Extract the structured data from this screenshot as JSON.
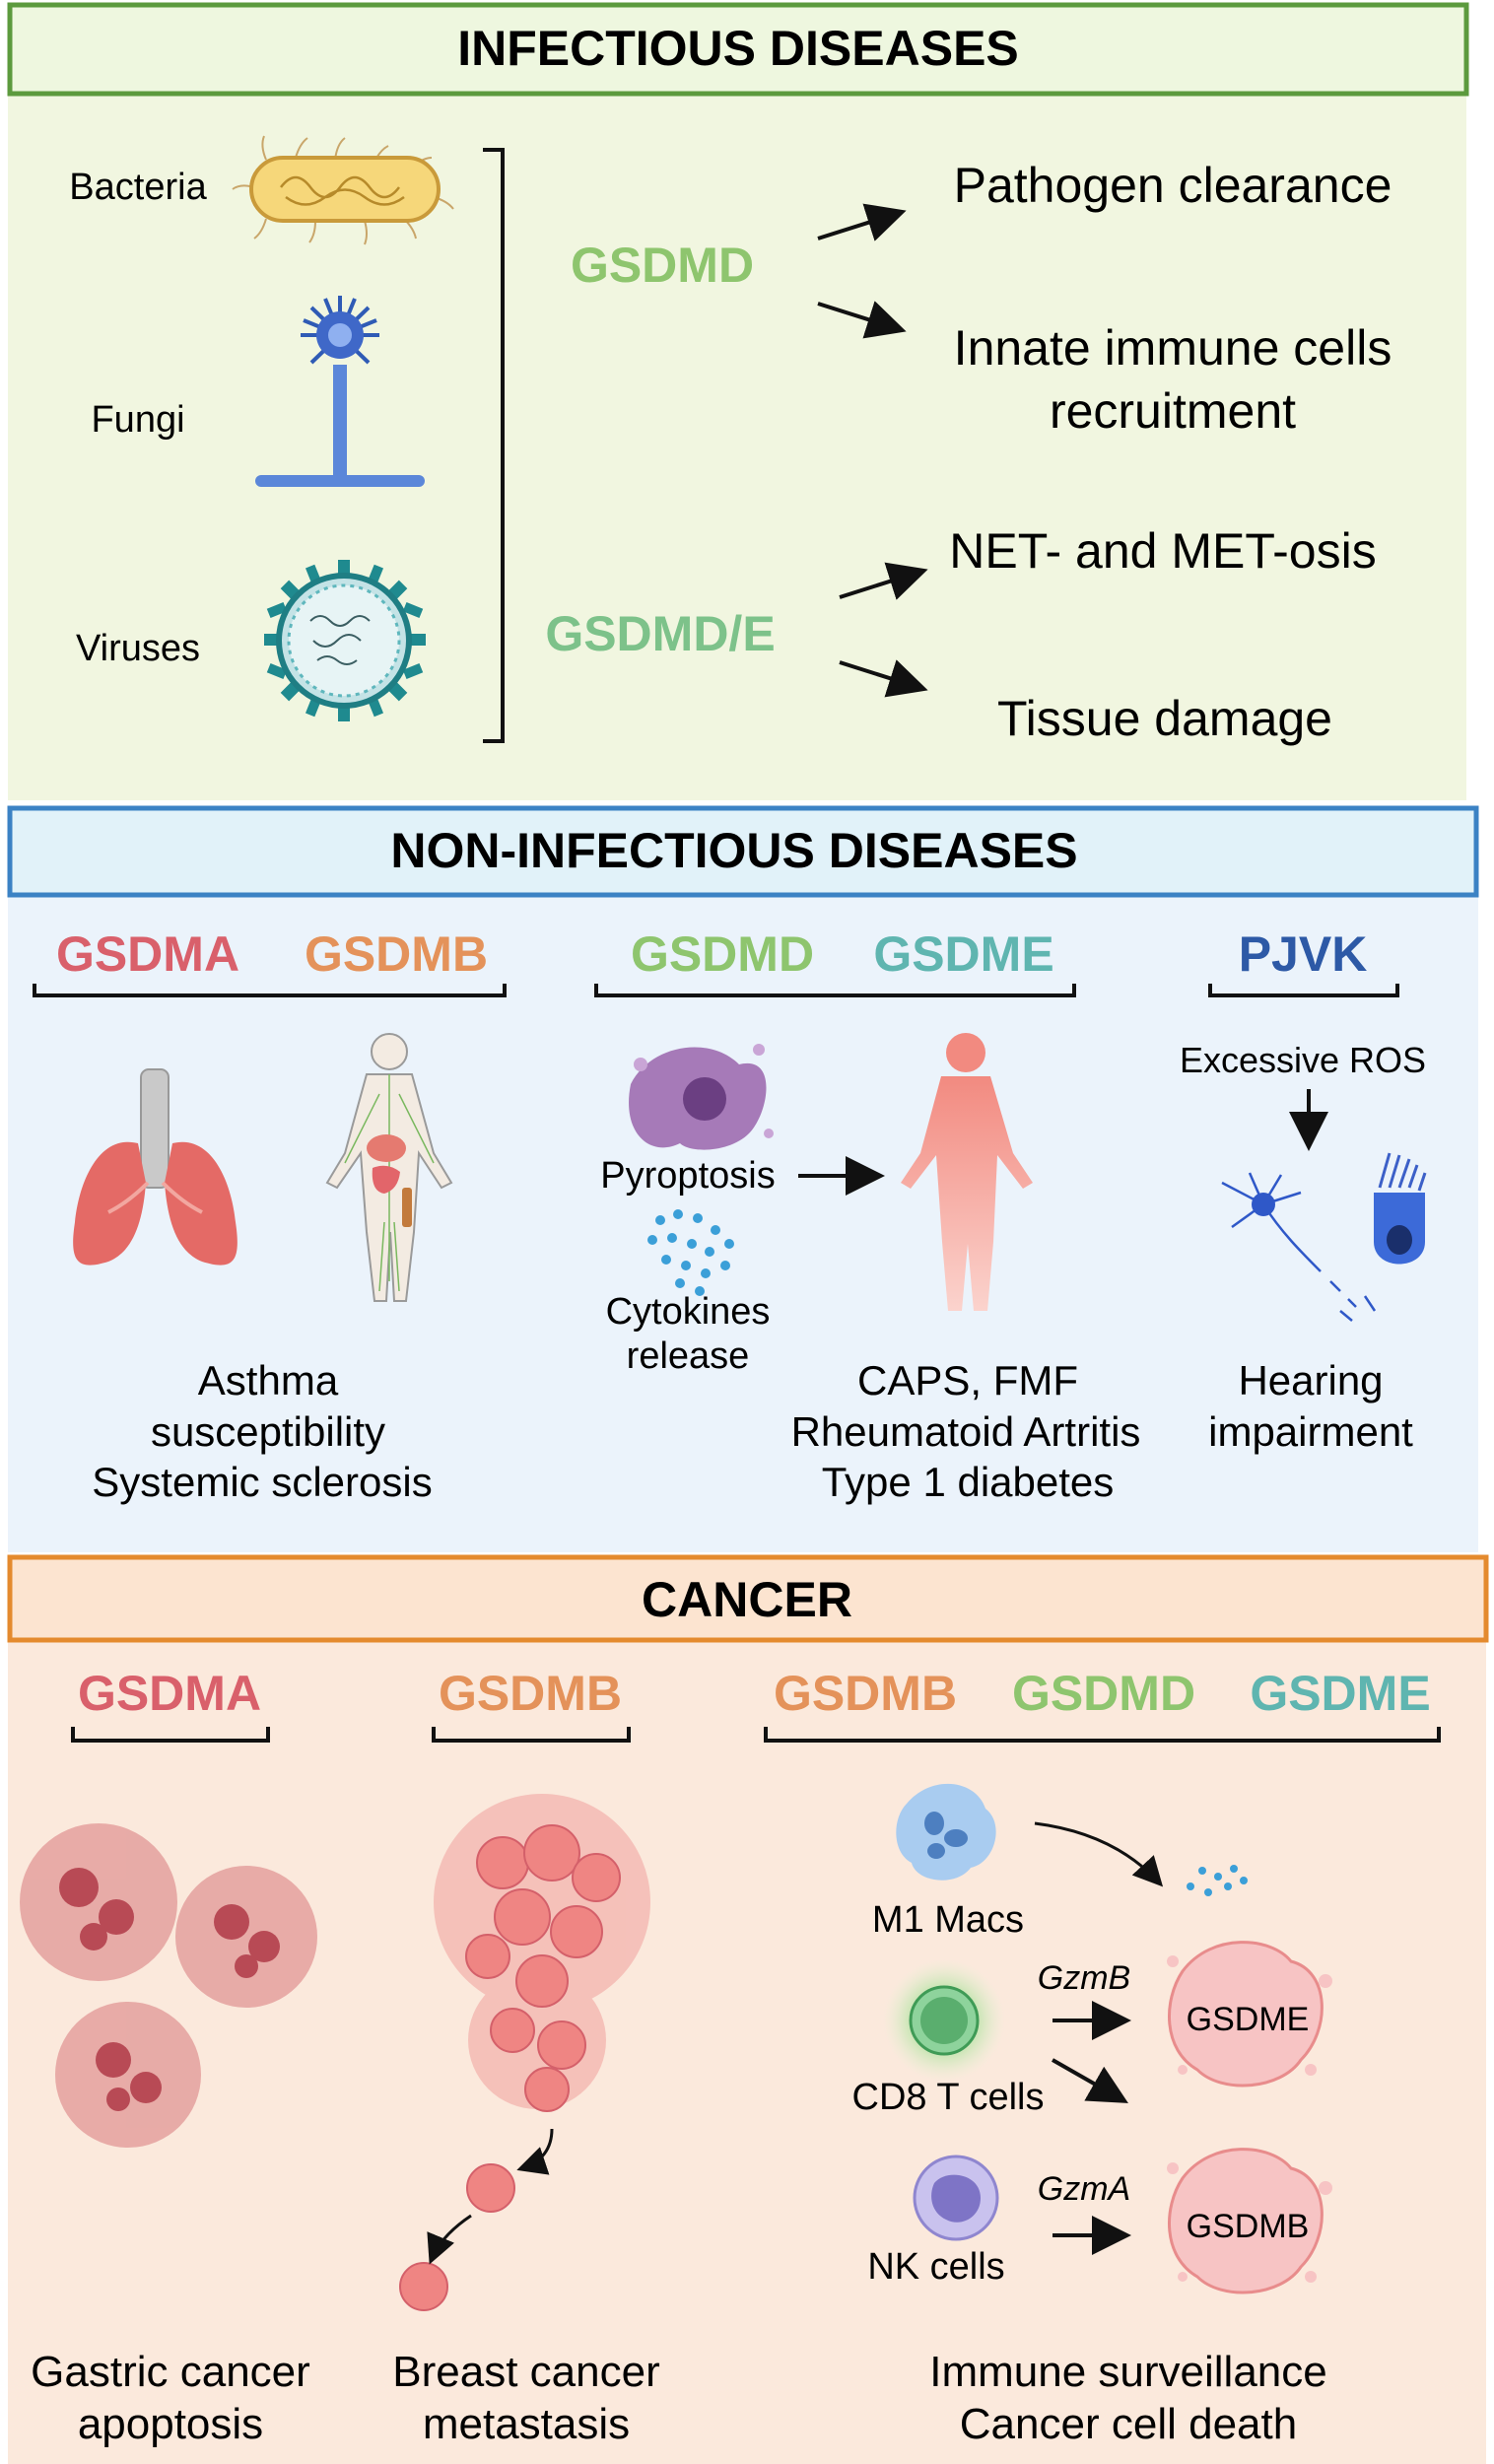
{
  "colors": {
    "green": "#8ec56e",
    "teal": "#5fb5b0",
    "red": "#d9606b",
    "orange": "#e4925a",
    "blue": "#2d59a6",
    "section1_bg": "#f1f6e0",
    "section2_bg": "#ebf3fb",
    "section3_bg": "#fbe9dc"
  },
  "infectious": {
    "title": "INFECTIOUS DISEASES",
    "pathogens": [
      "Bacteria",
      "Fungi",
      "Viruses"
    ],
    "gsdmd": "GSDMD",
    "gsdmde": "GSDMD/E",
    "outcomes": {
      "pathogen_clearance": "Pathogen clearance",
      "innate_line1": "Innate immune cells",
      "innate_line2": "recruitment",
      "netosis": "NET- and MET-osis",
      "tissue_damage": "Tissue damage"
    }
  },
  "non_infectious": {
    "title": "NON-INFECTIOUS DISEASES",
    "left": {
      "genes": [
        "GSDMA",
        "GSDMB"
      ],
      "lines": [
        "Asthma",
        "susceptibility",
        "Systemic sclerosis"
      ]
    },
    "middle": {
      "genes": [
        "GSDMD",
        "GSDME"
      ],
      "pyroptosis": "Pyroptosis",
      "cytokines": [
        "Cytokines",
        "release"
      ],
      "lines": [
        "CAPS, FMF",
        "Rheumatoid Artritis",
        "Type 1 diabetes"
      ]
    },
    "right": {
      "gene": "PJVK",
      "ros": "Excessive ROS",
      "lines": [
        "Hearing",
        "impairment"
      ]
    }
  },
  "cancer": {
    "title": "CANCER",
    "col1": {
      "gene": "GSDMA",
      "lines": [
        "Gastric cancer",
        "apoptosis"
      ]
    },
    "col2": {
      "gene": "GSDMB",
      "lines": [
        "Breast cancer",
        "metastasis"
      ]
    },
    "col3": {
      "genes": [
        "GSDMB",
        "GSDMD",
        "GSDME"
      ],
      "m1": "M1 Macs",
      "cd8": "CD8 T cells",
      "nk": "NK cells",
      "gzmb": "GzmB",
      "gzma": "GzmA",
      "target1": "GSDME",
      "target2": "GSDMB",
      "lines": [
        "Immune surveillance",
        "Cancer cell death"
      ]
    }
  }
}
